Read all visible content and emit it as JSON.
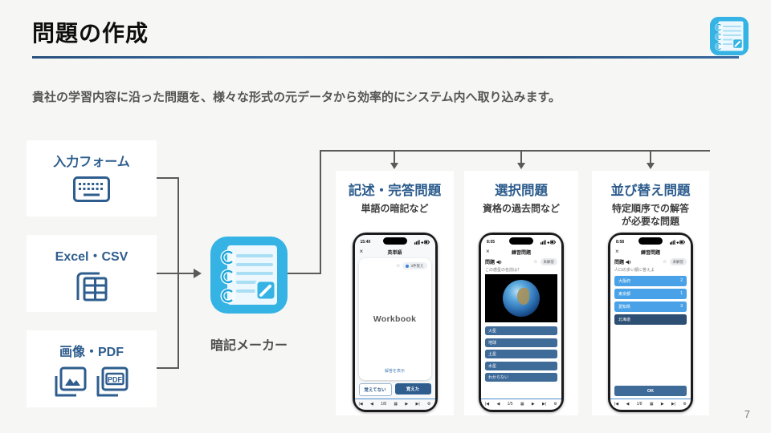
{
  "page": {
    "title": "問題の作成",
    "subtitle": "貴社の学習内容に沿った問題を、様々な形式の元データから効率的にシステム内へ取り込みます。",
    "page_number": "7"
  },
  "sources": [
    {
      "label": "入力フォーム",
      "icon": "keyboard-icon"
    },
    {
      "label": "Excel・CSV",
      "icon": "spreadsheet-icon"
    },
    {
      "label": "画像・PDF",
      "icons": [
        "image-icon",
        "pdf-icon"
      ]
    }
  ],
  "app": {
    "label": "暗記メーカー",
    "icon": "notepad-icon"
  },
  "cards": [
    {
      "title": "記述・完答問題",
      "subtitle": "単語の暗記など",
      "phone": {
        "time": "15:40",
        "nav_title": "英単語",
        "badge": "3件覚え",
        "body": "Workbook",
        "show_answer": "解答を表示",
        "button_secondary": "覚えてない",
        "button_primary": "覚えた",
        "pager": "1/8"
      }
    },
    {
      "title": "選択問題",
      "subtitle": "資格の過去問など",
      "phone": {
        "time": "8:55",
        "nav_title": "練習問題",
        "question_label": "問題",
        "status_pill": "未解答",
        "question": "この惑星の名前は？",
        "choices": [
          "火星",
          "地球",
          "土星",
          "水星",
          "わからない"
        ],
        "pager": "1/5"
      }
    },
    {
      "title": "並び替え問題",
      "subtitle": "特定順序での解答\nが必要な問題",
      "phone": {
        "time": "8:58",
        "nav_title": "練習問題",
        "question_label": "問題",
        "status_pill": "未解答",
        "question": "人口の多い順に答えよ",
        "choices": [
          {
            "label": "大阪府",
            "order": "2"
          },
          {
            "label": "東京都",
            "order": "1"
          },
          {
            "label": "愛知県",
            "order": "3"
          },
          {
            "label": "北海道",
            "order": ""
          }
        ],
        "ok_label": "OK",
        "pager": "1/8"
      }
    }
  ],
  "icons": {
    "close": "×",
    "star": "☆",
    "first": "|◀",
    "prev": "◀",
    "grid": "▦",
    "next": "▶",
    "last": "▶|",
    "gear": "⚙"
  },
  "colors": {
    "accent_blue": "#2e5d8e",
    "brand_cyan": "#34b3e4",
    "choice_steel_blue": "#3f6b99",
    "choice_light_blue": "#49a2e8",
    "choice_navy": "#2d4f73",
    "arrow_gray": "#5a5a5a"
  }
}
